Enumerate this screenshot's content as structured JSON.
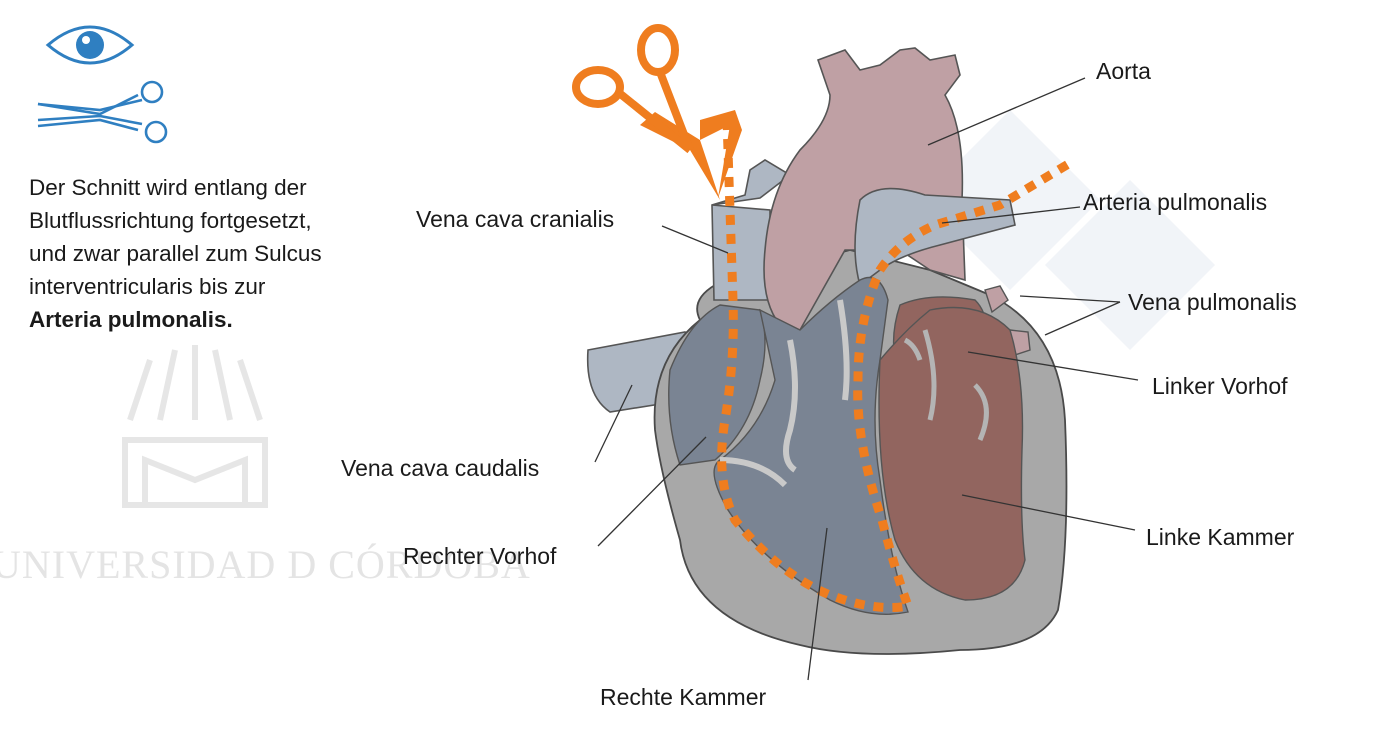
{
  "intro": {
    "text": "Der Schnitt wird entlang der Blutflussrichtung fortgesetzt, und zwar parallel zum Sulcus interventricularis bis zur",
    "bold": "Arteria pulmonalis."
  },
  "watermark": "UNIVERSIDAD D CÓRDOBA",
  "labels": {
    "aorta": "Aorta",
    "arteria_pulmonalis": "Arteria pulmonalis",
    "vena_pulmonalis": "Vena pulmonalis",
    "linker_vorhof": "Linker Vorhof",
    "linke_kammer": "Linke Kammer",
    "vena_cava_cranialis": "Vena cava cranialis",
    "vena_cava_caudalis": "Vena cava caudalis",
    "rechter_vorhof": "Rechter Vorhof",
    "rechte_kammer": "Rechte Kammer"
  },
  "icons": [
    "eye-icon",
    "scissors-icon"
  ],
  "colors": {
    "cut_line": "#ef7d1f",
    "icon_blue": "#2f7fc1",
    "aorta": "#bfa0a4",
    "left_chambers": "#92655f",
    "right_chambers": "#7a8493",
    "veins": "#aeb7c3",
    "outer_wall": "#a6a6a6"
  }
}
